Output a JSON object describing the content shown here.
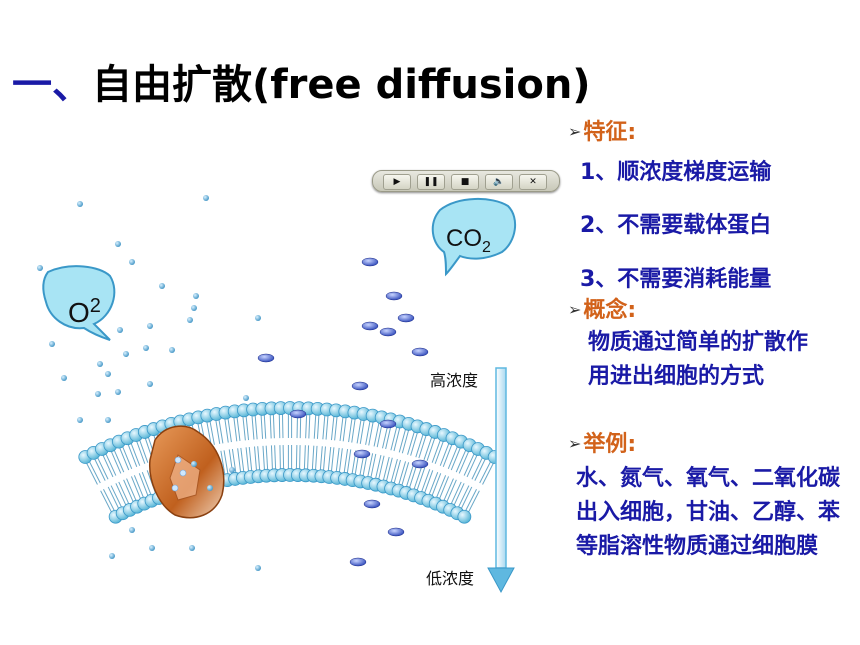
{
  "title": {
    "dash": "一、",
    "text": "自由扩散(free diffusion)"
  },
  "media_player": {
    "buttons": [
      {
        "name": "play-button",
        "icon": "play-icon",
        "glyph": "▶"
      },
      {
        "name": "pause-button",
        "icon": "pause-icon",
        "glyph": "❚❚"
      },
      {
        "name": "stop-button",
        "icon": "stop-icon",
        "glyph": "■"
      },
      {
        "name": "volume-button",
        "icon": "volume-icon",
        "glyph": "🔈"
      },
      {
        "name": "close-button",
        "icon": "close-icon",
        "glyph": "✕"
      }
    ]
  },
  "diagram": {
    "o2_label": "O",
    "o2_sup": "2",
    "co2_label": "CO",
    "co2_sub": "2",
    "gradient_high": "高浓度",
    "gradient_low": "低浓度",
    "colors": {
      "membrane_head": "#7fd0e8",
      "protein": "#c86a2a",
      "molecule": "#3a5fcf",
      "arrow": "#5fb8e0"
    }
  },
  "side": {
    "arrow_glyph": "➢",
    "features_heading": "特征:",
    "features": [
      "1、顺浓度梯度运输",
      "2、不需要载体蛋白",
      "3、不需要消耗能量"
    ],
    "concept_heading": "概念:",
    "concept_text": "物质通过简单的扩散作用进出细胞的方式",
    "examples_heading": "举例:",
    "examples_text": "水、氮气、氧气、二氧化碳出入细胞，甘油、乙醇、苯等脂溶性物质通过细胞膜"
  }
}
